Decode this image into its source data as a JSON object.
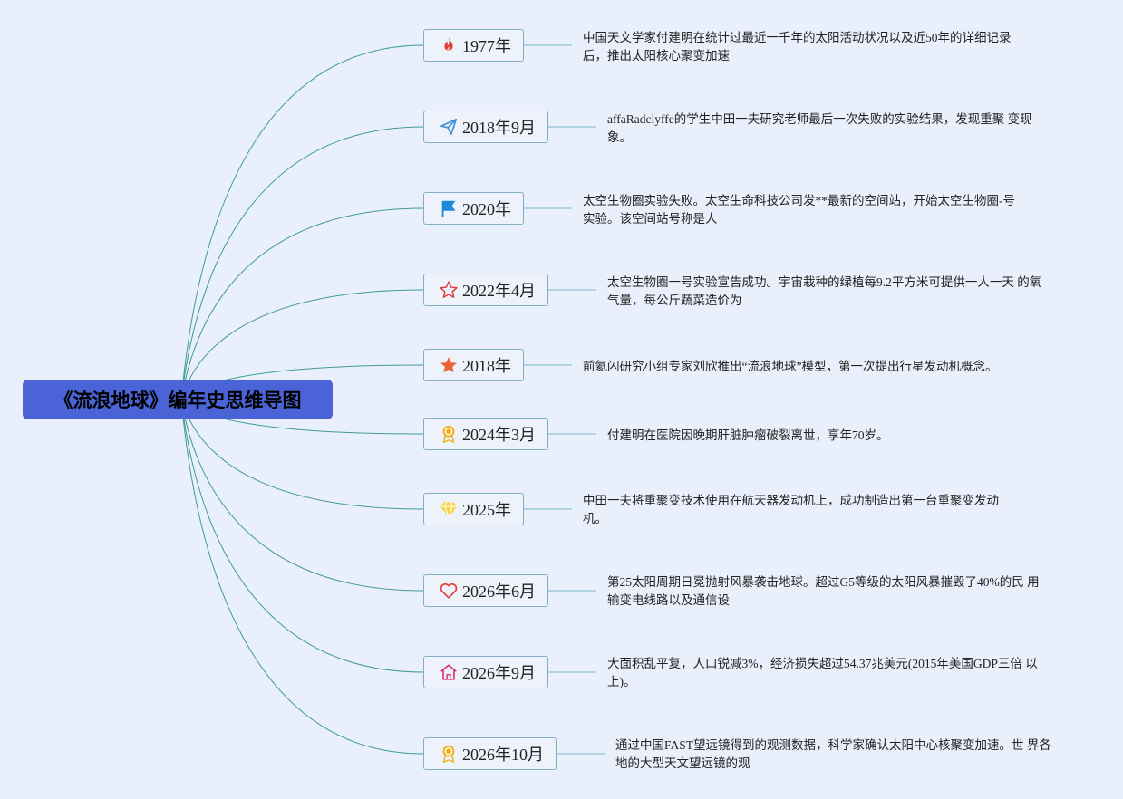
{
  "root": {
    "title": "《流浪地球》编年史思维导图",
    "color": "#4a63d6"
  },
  "branch_color": "#3f9a97",
  "nodes": [
    {
      "label": "1977年",
      "icon": "fire-icon",
      "icon_color": "#e33b2e",
      "desc_lines": [
        "中国天文学家付建明在统计过最近一千年的太阳活动状况以及近50年的详细记录",
        "后，推出太阳核心聚变加速"
      ]
    },
    {
      "label": "2018年9月",
      "icon": "paper-plane-icon",
      "icon_color": "#3a8fd6",
      "desc_lines": [
        "affaRadclyffe的学生中田一夫研究老师最后一次失败的实验结果，发现重聚 变现",
        "象。"
      ]
    },
    {
      "label": "2020年",
      "icon": "flag-icon",
      "icon_color": "#1e88d8",
      "desc_lines": [
        "太空生物圈实验失败。太空生命科技公司发**最新的空间站，开始太空生物圈-号",
        "实验。该空间站号称是人"
      ]
    },
    {
      "label": "2022年4月",
      "icon": "star-outline-icon",
      "icon_color": "#e53935",
      "desc_lines": [
        "太空生物圈一号实验宣告成功。宇宙栽种的绿植每9.2平方米可提供一人一天 的氧",
        "气量，每公斤蔬菜造价为"
      ]
    },
    {
      "label": "2018年",
      "icon": "star-filled-icon",
      "icon_color": "#e8643a",
      "desc_lines": [
        "前氦闪研究小组专家刘欣推出“流浪地球”模型，第一次提出行星发动机概念。"
      ]
    },
    {
      "label": "2024年3月",
      "icon": "award-medal-icon",
      "icon_color": "#f2b01e",
      "desc_lines": [
        "付建明在医院因晚期肝脏肿瘤破裂离世，享年70岁。"
      ]
    },
    {
      "label": "2025年",
      "icon": "diamond-icon",
      "icon_color": "#f7d43a",
      "desc_lines": [
        "中田一夫将重聚变技术使用在航天器发动机上，成功制造出第一台重聚变发动",
        "机。"
      ]
    },
    {
      "label": "2026年6月",
      "icon": "heart-icon",
      "icon_color": "#e53935",
      "desc_lines": [
        "第25太阳周期日冕抛射风暴袭击地球。超过G5等级的太阳风暴摧毁了40%的民 用",
        "输变电线路以及通信设"
      ]
    },
    {
      "label": "2026年9月",
      "icon": "home-icon",
      "icon_color": "#d8366a",
      "desc_lines": [
        "大面积乱平复，人口锐减3%，经济损失超过54.37兆美元(2015年美国GDP三倍 以",
        "上)。"
      ]
    },
    {
      "label": "2026年10月",
      "icon": "award-medal-icon",
      "icon_color": "#f2b01e",
      "desc_lines": [
        "通过中国FAST望远镜得到的观测数据，科学家确认太阳中心核聚变加速。世 界各",
        "地的大型天文望远镜的观"
      ]
    }
  ]
}
